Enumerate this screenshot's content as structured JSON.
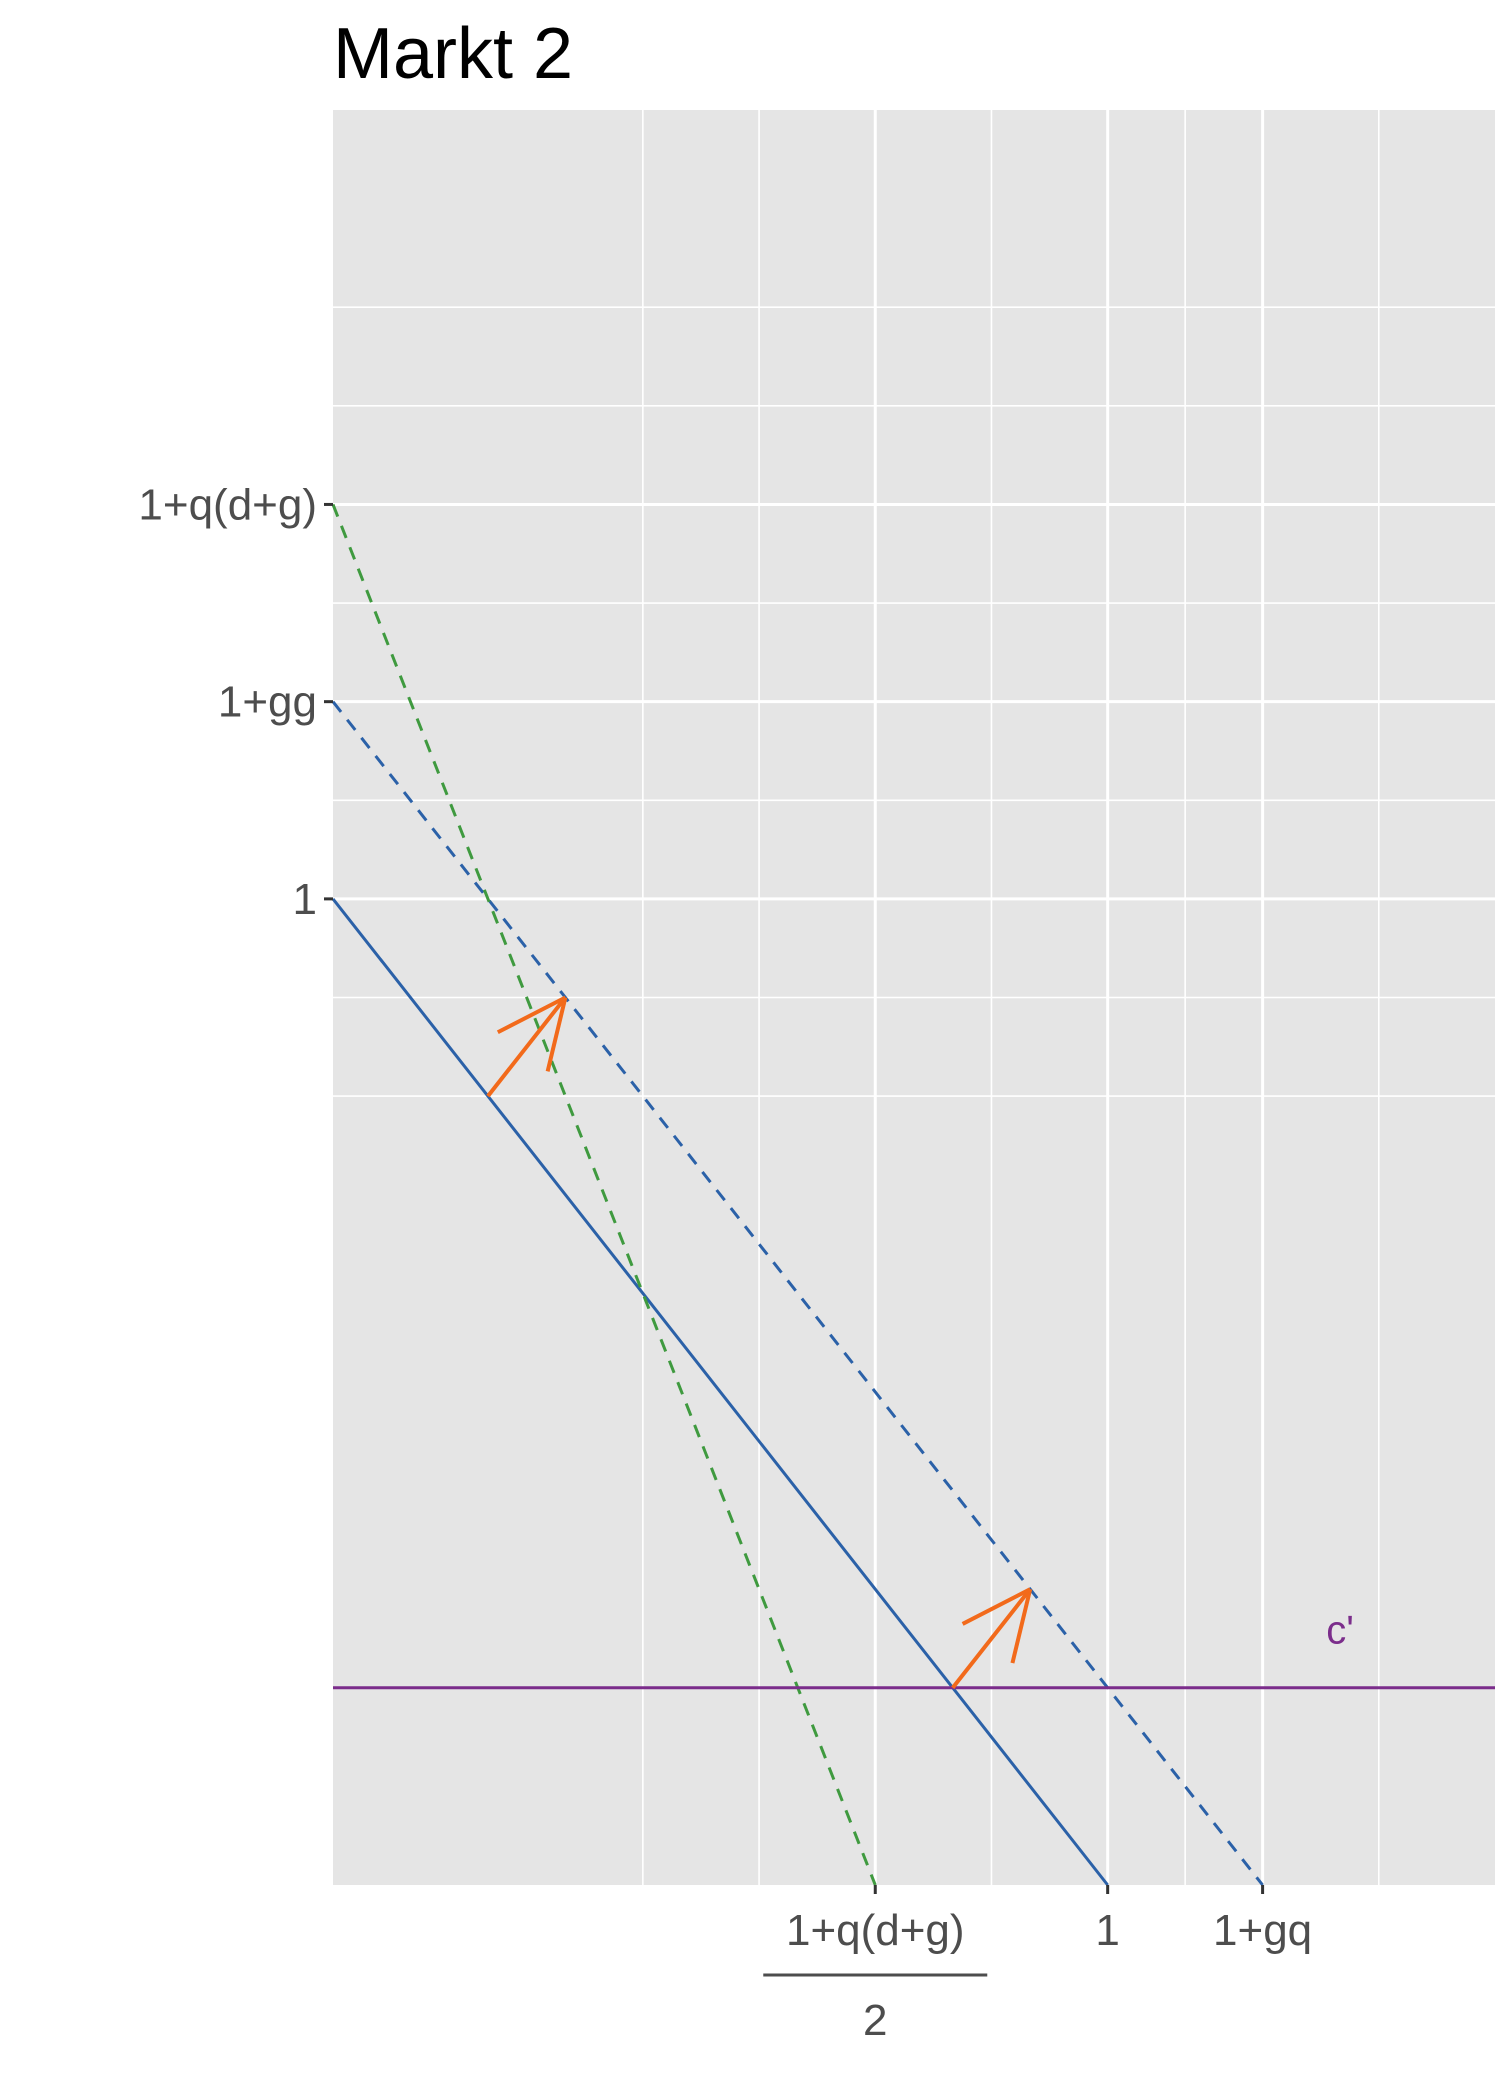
{
  "chart_data": {
    "type": "line",
    "title": "Markt 2",
    "xlabel": "",
    "ylabel": "",
    "xlim": [
      0,
      1.5
    ],
    "ylim": [
      0,
      1.8
    ],
    "grid": true,
    "x_ticks": [
      {
        "value": 0.7,
        "label": "1+q(d+g)",
        "denominator": "2"
      },
      {
        "value": 1.0,
        "label": "1"
      },
      {
        "value": 1.2,
        "label": "1+gq"
      }
    ],
    "y_ticks": [
      {
        "value": 1.0,
        "label": "1"
      },
      {
        "value": 1.2,
        "label": "1+gg"
      },
      {
        "value": 1.4,
        "label": "1+q(d+g)"
      }
    ],
    "x_gridlines": [
      0.4,
      0.55,
      0.7,
      0.85,
      1.0,
      1.1,
      1.2,
      1.35
    ],
    "y_gridlines": [
      0.8,
      0.9,
      1.0,
      1.1,
      1.2,
      1.3,
      1.4,
      1.5,
      1.6
    ],
    "series": [
      {
        "style": "solid",
        "color": "#2b61a8",
        "x": [
          0,
          1.0
        ],
        "y": [
          1.0,
          0
        ]
      },
      {
        "style": "dashed",
        "color": "#2b61a8",
        "x": [
          0,
          1.2
        ],
        "y": [
          1.2,
          0
        ]
      },
      {
        "style": "dashed",
        "color": "#3f9a3f",
        "x": [
          0,
          0.7
        ],
        "y": [
          1.4,
          0
        ]
      },
      {
        "style": "solid",
        "color": "#7b2d8b",
        "x": [
          0,
          1.5
        ],
        "y": [
          0.2,
          0.2
        ]
      }
    ],
    "arrows": [
      {
        "from": [
          0.2,
          0.8
        ],
        "to": [
          0.3,
          0.9
        ],
        "color": "#f26a1b"
      },
      {
        "from": [
          0.8,
          0.2
        ],
        "to": [
          0.9,
          0.3
        ],
        "color": "#f26a1b"
      }
    ],
    "annotations": [
      {
        "text": "c'",
        "x": 1.3,
        "y": 0.245,
        "color": "#7b2d8b"
      }
    ]
  }
}
